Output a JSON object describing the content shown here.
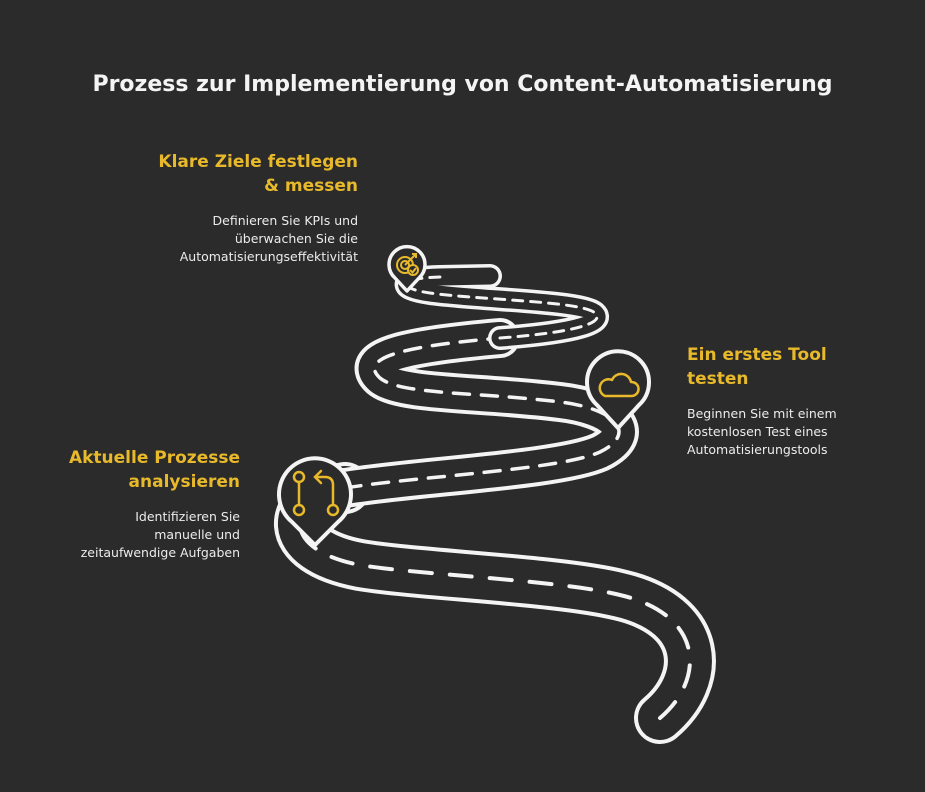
{
  "title": "Prozess zur Implementierung von Content-Automatisierung",
  "steps": [
    {
      "heading": "Klare Ziele festlegen\n& messen",
      "description": "Definieren Sie KPIs und\nüberwachen Sie die\nAutomatisierungseffektivität",
      "icon": "target-check-icon"
    },
    {
      "heading": "Ein erstes Tool\ntesten",
      "description": "Beginnen Sie mit einem\nkostenlosen Test eines\nAutomatisierungstools",
      "icon": "cloud-icon"
    },
    {
      "heading": "Aktuelle Prozesse\nanalysieren",
      "description": "Identifizieren Sie\nmanuelle und\nzeitaufwendige Aufgaben",
      "icon": "git-pull-request-icon"
    }
  ],
  "colors": {
    "background": "#2b2b2b",
    "accent": "#e8b92a",
    "road": "#f4f4f4"
  }
}
